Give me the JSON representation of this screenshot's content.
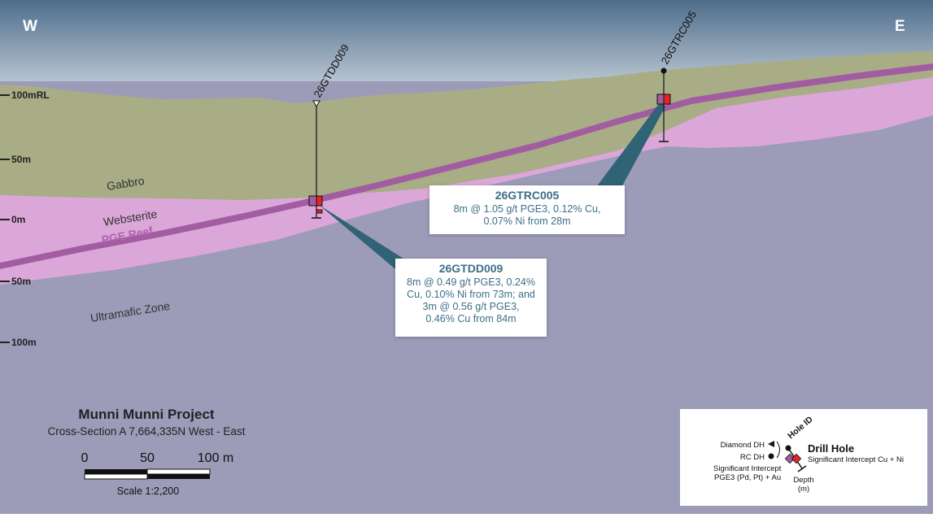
{
  "compass": {
    "west": "W",
    "east": "E"
  },
  "elevation_labels": [
    "100mRL",
    "50m",
    "0m",
    "50m",
    "100m"
  ],
  "units": {
    "gabbro": "Gabbro",
    "websterite": "Websterite",
    "pge_reef": "PGE Reef",
    "ultramafic": "Ultramafic Zone"
  },
  "drill_holes": [
    {
      "id": "26GTDD009",
      "type": "Diamond DH"
    },
    {
      "id": "26GTRC005",
      "type": "RC DH"
    }
  ],
  "callouts": {
    "gtrc005": {
      "title": "26GTRC005",
      "lines": [
        "8m @ 1.05 g/t PGE3, 0.12% Cu,",
        "0.07% Ni from 28m"
      ]
    },
    "gtdd009": {
      "title": "26GTDD009",
      "lines": [
        "8m @ 0.49 g/t PGE3, 0.24%",
        "Cu, 0.10% Ni from 73m; and",
        "3m @ 0.56 g/t PGE3,",
        "0.46% Cu from 84m"
      ]
    }
  },
  "title_block": {
    "project": "Munni Munni Project",
    "section": "Cross-Section A 7,664,335N West - East",
    "scale_ticks": [
      "0",
      "50",
      "100 m"
    ],
    "scale_text": "Scale 1:2,200"
  },
  "legend": {
    "hole_id": "Hole ID",
    "diamond": "Diamond DH",
    "rc": "RC DH",
    "drill_hole": "Drill Hole",
    "intercept_cu_ni": "Significant Intercept Cu + Ni",
    "intercept_pge_1": "Significant Intercept",
    "intercept_pge_2": "PGE3 (Pd, Pt) + Au",
    "depth_1": "Depth",
    "depth_2": "(m)"
  },
  "colors": {
    "sky_top": "#4e6d8b",
    "sky_bottom": "#d9e2ea",
    "gabbro": "#a8ad85",
    "websterite": "#dba7d9",
    "pge_reef": "#a25ca1",
    "ultramafic": "#9c9bb8",
    "callout_text": "#3d6f86",
    "leader": "#2f6375",
    "intercept_red": "#e5222a"
  }
}
